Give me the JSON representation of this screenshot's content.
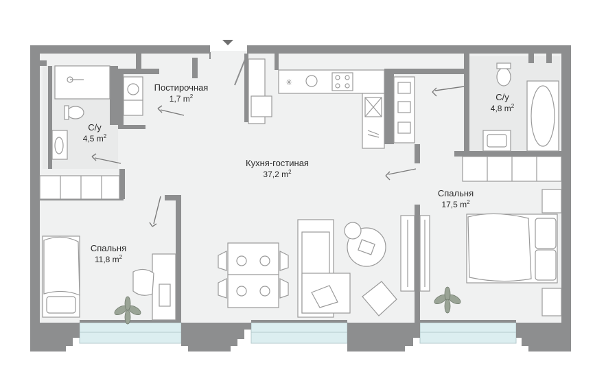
{
  "rooms": [
    {
      "name": "Постирочная",
      "area": "1,7 m",
      "sup": "2"
    },
    {
      "name": "С/у",
      "area": "4,5 m",
      "sup": "2"
    },
    {
      "name": "Кухня-гостиная",
      "area": "37,2 m",
      "sup": "2"
    },
    {
      "name": "С/у",
      "area": "4,8 m",
      "sup": "2"
    },
    {
      "name": "Спальня",
      "area": "17,5 m",
      "sup": "2"
    },
    {
      "name": "Спальня",
      "area": "11,8 m",
      "sup": "2"
    }
  ],
  "colors": {
    "wall": "#8d8e8f",
    "floor": "#f0f1f1",
    "wet_floor": "#e6e7e7",
    "window": "#dceef0",
    "furniture_stroke": "#9a9a9a",
    "arrow": "#7a7a7a",
    "plant": "#8f9a8c"
  },
  "icons": [
    "entrance-arrow-icon",
    "washer-icon",
    "toilet-icon",
    "sink-icon",
    "bathtub-icon",
    "stove-icon",
    "bed-icon",
    "sofa-icon",
    "dining-table-icon",
    "armchair-icon",
    "plant-icon",
    "door-arrow-icon"
  ]
}
